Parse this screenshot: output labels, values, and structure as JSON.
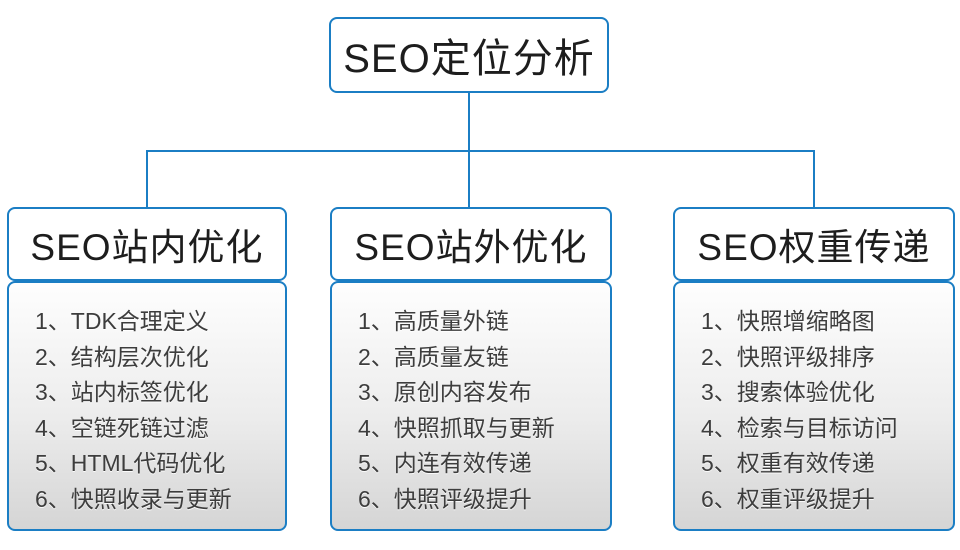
{
  "colors": {
    "accent": "#1b7ec4",
    "header_text": "#1d1d1d",
    "item_text": "#3d3d3d",
    "list_top": "#fefefe",
    "list_bottom": "#d5d5d5",
    "box_bg": "#ffffff"
  },
  "diagram": {
    "root": {
      "title": "SEO定位分析"
    },
    "columns": [
      {
        "title": "SEO站内优化",
        "items": [
          "1、TDK合理定义",
          "2、结构层次优化",
          "3、站内标签优化",
          "4、空链死链过滤",
          "5、HTML代码优化",
          "6、快照收录与更新"
        ]
      },
      {
        "title": "SEO站外优化",
        "items": [
          "1、高质量外链",
          "2、高质量友链",
          "3、原创内容发布",
          "4、快照抓取与更新",
          "5、内连有效传递",
          "6、快照评级提升"
        ]
      },
      {
        "title": "SEO权重传递",
        "items": [
          "1、快照增缩略图",
          "2、快照评级排序",
          "3、搜索体验优化",
          "4、检索与目标访问",
          "5、权重有效传递",
          "6、权重评级提升"
        ]
      }
    ]
  }
}
